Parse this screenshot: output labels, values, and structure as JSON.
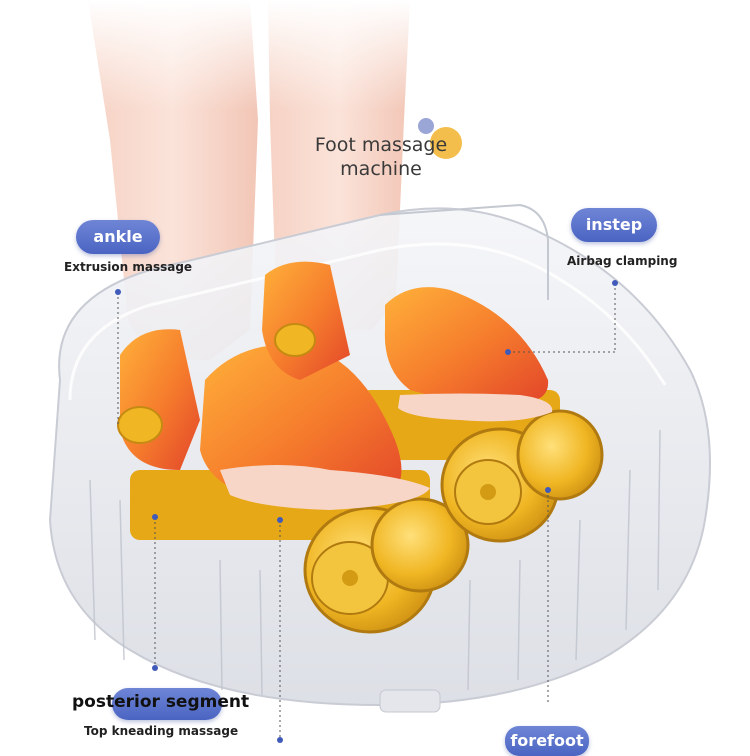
{
  "product_title": {
    "line1": "Foot massage",
    "line2": "machine"
  },
  "callouts": {
    "ankle": {
      "tag": "ankle",
      "desc": "Extrusion massage"
    },
    "instep": {
      "tag": "instep",
      "desc": "Airbag clamping"
    },
    "posterior": {
      "tag": "posterior segment",
      "desc": "Top kneading massage"
    },
    "forefoot": {
      "tag": "forefoot"
    }
  },
  "colors": {
    "pill": "#5470c9",
    "airbag": "#f06a2c",
    "roller": "#e9b020",
    "shell": "#e8eaee"
  }
}
